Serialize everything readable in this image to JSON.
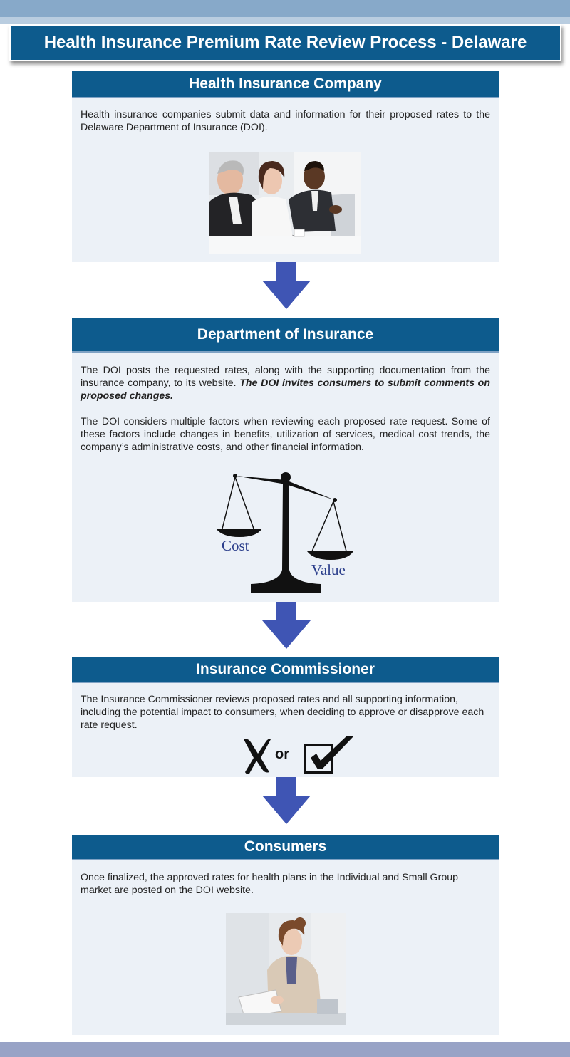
{
  "title": "Health Insurance Premium Rate Review Process - Delaware",
  "steps": [
    {
      "heading": "Health Insurance Company",
      "text": "Health insurance companies submit data and information for their proposed rates to the Delaware Department of Insurance (DOI)."
    },
    {
      "heading": "Department of Insurance",
      "text1": "The DOI posts the requested rates, along with the supporting documentation from the insurance company, to its website. ",
      "text1_emphasis": "The DOI invites consumers to submit comments on proposed changes.",
      "text2": "The DOI considers multiple factors when reviewing each proposed rate request. Some of these factors include changes in benefits, utilization of services, medical cost trends, the company’s administrative costs, and other financial information.",
      "scale_left": "Cost",
      "scale_right": "Value"
    },
    {
      "heading": "Insurance Commissioner",
      "text": "The Insurance Commissioner reviews proposed rates and all supporting information, including the potential impact to consumers, when deciding to approve or disapprove each rate request.",
      "choice_word": "or"
    },
    {
      "heading": "Consumers",
      "text": "Once finalized, the approved rates for health plans in the Individual and Small Group market are posted on the DOI website."
    }
  ],
  "colors": {
    "header": "#0d5b8d",
    "panel": "#ecf1f7",
    "arrow": "#3f55b4",
    "scale_text": "#2c3f8c"
  }
}
